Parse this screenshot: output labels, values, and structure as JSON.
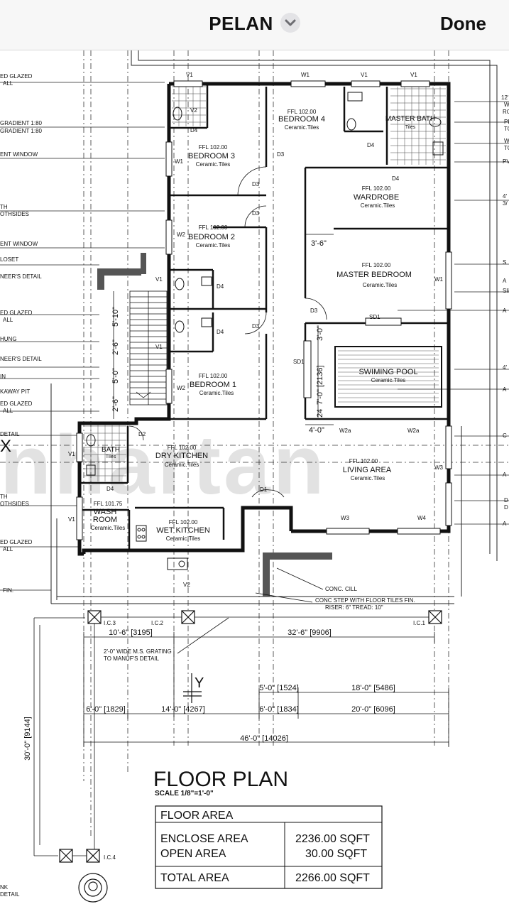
{
  "nav": {
    "title": "PELAN",
    "done_label": "Done"
  },
  "icons": {
    "dropdown": "chevron-down-icon"
  },
  "plan": {
    "title": "FLOOR PLAN",
    "scale": "SCALE 1/8\"=1'-0\"",
    "watermark": "nhartan",
    "rooms": {
      "bedroom4": {
        "ffl": "FFL 102.00",
        "name": "BEDROOM 4",
        "finish": "Ceramic.Tiles"
      },
      "bedroom3": {
        "ffl": "FFL 102.00",
        "name": "BEDROOM 3",
        "finish": "Ceramic.Tiles"
      },
      "bedroom2": {
        "ffl": "FFL 102.00",
        "name": "BEDROOM 2",
        "finish": "Ceramic.Tiles"
      },
      "bedroom1": {
        "ffl": "FFL 102.00",
        "name": "BEDROOM 1",
        "finish": "Ceramic.Tiles"
      },
      "wardrobe": {
        "ffl": "FFL 102.00",
        "name": "WARDROBE",
        "finish": "Ceramic.Tiles"
      },
      "master_bedroom": {
        "ffl": "FFL 102.00",
        "name": "MASTER BEDROOM",
        "finish": "Ceramic.Tiles"
      },
      "master_bath": {
        "name": "MASTER BATH",
        "finish": "Tiles"
      },
      "swimming_pool": {
        "name": "SWIMING POOL",
        "finish": "Ceramic.Tiles"
      },
      "dry_kitchen": {
        "ffl": "FFL 102.00",
        "name": "DRY KITCHEN",
        "finish": "Ceramic.Tiles"
      },
      "living_area": {
        "ffl": "FFL 102.00",
        "name": "LIVING AREA",
        "finish": "Ceramic.Tiles"
      },
      "wet_kitchen": {
        "ffl": "FFL 102.00",
        "name": "WET KITCHEN",
        "finish": "Ceramic.Tiles"
      },
      "wash_room": {
        "ffl": "FFL 101.75",
        "name1": "WASH",
        "name2": "ROOM",
        "finish": "Ceramic.Tiles"
      },
      "bath": {
        "name": "BATH",
        "finish": "Tiles"
      }
    },
    "left_notes": [
      "ED GLAZED",
      "ALL",
      "GRADIENT 1:80",
      "GRADIENT 1:80",
      "ENT WINDOW",
      "TH",
      "OTHSIDES",
      "ENT WINDOW",
      "LOSET",
      "NEER'S DETAIL",
      "ED GLAZED",
      "ALL",
      "HUNG",
      "NEER'S DETAIL",
      "IN",
      "KAWAY PIT",
      "ED GLAZED",
      "ALL",
      "DETAIL",
      "TH",
      "OTHSIDES",
      "ED GLAZED",
      "ALL",
      "FIN."
    ],
    "right_notes": [
      "12'",
      "W",
      "RO",
      "PL",
      "TO",
      "W",
      "TO",
      "PV",
      "4'",
      "3/",
      "S",
      "A",
      "Sli",
      "A",
      "4'",
      "A",
      "C",
      "A",
      "D",
      "D",
      "A"
    ],
    "door_tags": [
      "D3",
      "D3",
      "D3",
      "D3",
      "D3",
      "D4",
      "D4",
      "D4",
      "D4",
      "D2",
      "D1",
      "D4",
      "D4"
    ],
    "window_tags": [
      "V1",
      "W1",
      "V1",
      "V1",
      "W1",
      "W2",
      "V1",
      "V1",
      "W2",
      "SD1",
      "SD1",
      "W2a",
      "W2a",
      "W3",
      "W3",
      "W4",
      "V1",
      "V1",
      "V2",
      "V2",
      "W1"
    ],
    "misc_labels": {
      "conc_cill": "CONC. CILL",
      "conc_step": "CONC STEP WITH FLOOR TILES FIN.",
      "riser": "RISER: 6\"  TREAD: 10\"",
      "grating1": "2'-0\" WIDE M.S. GRATING",
      "grating2": "TO MANUF'S DETAIL",
      "axis_x": "X",
      "axis_y": "Y",
      "ic1": "I.C.1",
      "ic2": "I.C.2",
      "ic3": "I.C.3",
      "ic4": "I.C.4",
      "nk1": "NK",
      "nk2": "DETAIL"
    },
    "dims": {
      "d1": "10'-6\" [3195]",
      "d2": "32'-6\" [9906]",
      "d3": "5'-0\" [1524]",
      "d4": "18'-0\" [5486]",
      "d5": "6'-0\" [1829]",
      "d6": "14'-0\" [4267]",
      "d7": "6'-0\" [1834]",
      "d8": "20'-0\" [6096]",
      "d9": "46'-0\" [14026]",
      "d10": "30'-0\" [9144]",
      "v1": "5'-10\"",
      "v2": "2'-6\"",
      "v3": "5'-0\"",
      "v4": "2'-6\"",
      "h1": "3'-6\"",
      "h2": "4'-0\"",
      "p1": "3'-0\"",
      "p2": "7'-0\" [2136]",
      "p3": "24"
    },
    "area_table": {
      "header": "FLOOR AREA",
      "rows": [
        {
          "label1": "ENCLOSE AREA",
          "label2": "OPEN AREA",
          "value1": "2236.00 SQFT",
          "value2": "30.00 SQFT"
        }
      ],
      "total_label": "TOTAL AREA",
      "total_value": "2266.00 SQFT"
    }
  }
}
